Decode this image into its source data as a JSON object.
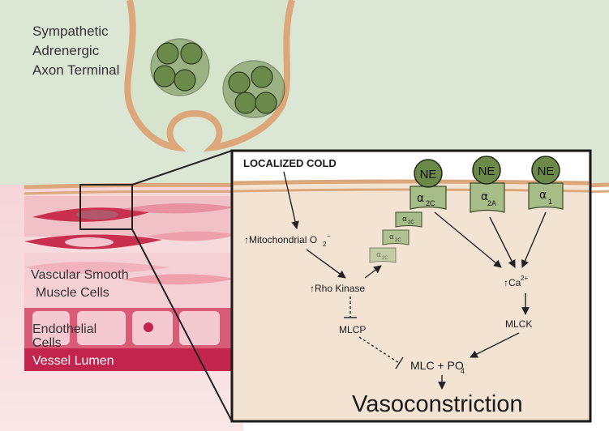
{
  "left_labels": {
    "terminal_line1": "Sympathetic",
    "terminal_line2": "Adrenergic",
    "terminal_line3": "Axon Terminal",
    "smooth_line1": "Vascular Smooth",
    "smooth_line2": "Muscle Cells",
    "endo_line1": "Endothelial",
    "endo_line2": "Cells",
    "lumen": "Vessel Lumen"
  },
  "inset": {
    "cold": "LOCALIZED COLD",
    "ne": "NE",
    "receptors": [
      {
        "greek": "α",
        "sub": "2C"
      },
      {
        "greek": "α",
        "sub": "2A"
      },
      {
        "greek": "α",
        "sub": "1"
      }
    ],
    "internal_receptor": {
      "greek": "α",
      "sub": "2C"
    },
    "mito_prefix": "↑Mitochondrial O",
    "mito_sub": "2",
    "mito_sup": "−",
    "rho": "↑Rho Kinase",
    "mlcp": "MLCP",
    "ca_prefix": "↑Ca",
    "ca_sup": "2+",
    "mlck": "MLCK",
    "mlc_prefix": "MLC + PO",
    "mlc_sub": "4",
    "outcome": "Vasoconstriction"
  },
  "colors": {
    "background_green": "#d5e2cc",
    "tissue_tan": "#f3e3d2",
    "membrane": "#dba77b",
    "vesicle": "#6b8a4a",
    "receptor": "#a6bd88",
    "vessel_red": "#c3244e"
  }
}
